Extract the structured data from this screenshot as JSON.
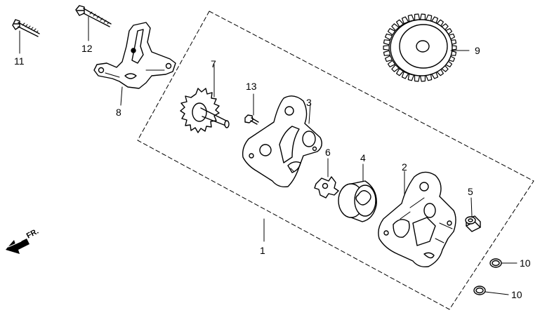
{
  "diagram": {
    "callouts": {
      "c1": "1",
      "c2": "2",
      "c3": "3",
      "c4": "4",
      "c5": "5",
      "c6": "6",
      "c7": "7",
      "c8": "8",
      "c9": "9",
      "c10a": "10",
      "c10b": "10",
      "c11": "11",
      "c12": "12",
      "c13": "13"
    },
    "direction_marker": "FR."
  },
  "colors": {
    "ink": "#000000",
    "paper": "#ffffff"
  }
}
